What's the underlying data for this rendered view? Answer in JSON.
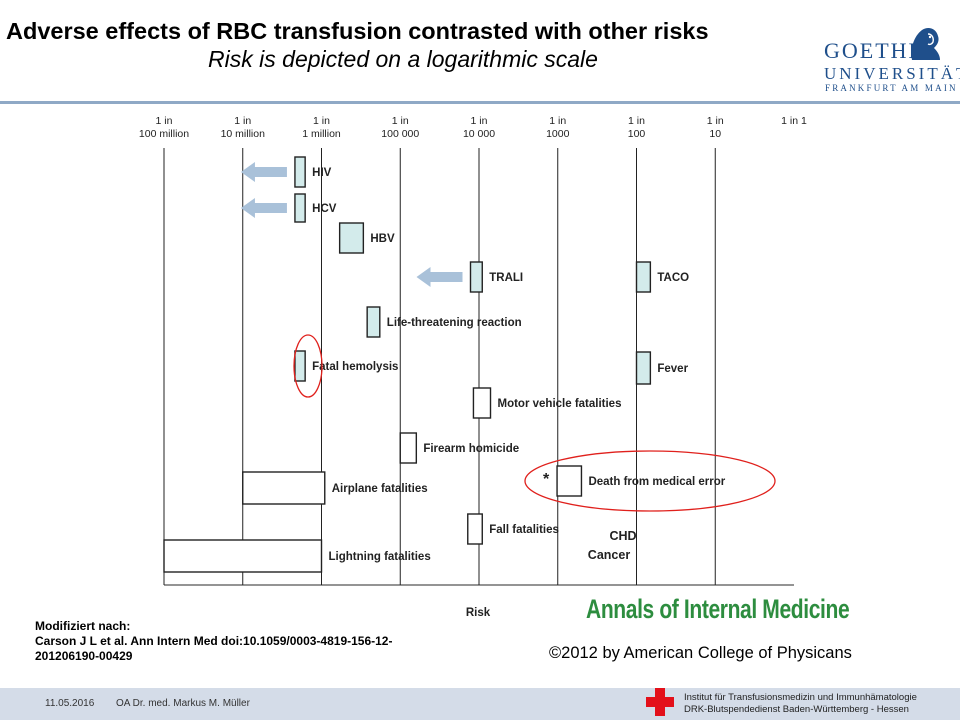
{
  "header": {
    "title": "Adverse effects of RBC transfusion contrasted with other risks",
    "subtitle": "Risk is depicted on a logarithmic scale"
  },
  "logo": {
    "line1": "GOETHE",
    "line2": "UNIVERSITÄT",
    "line3": "FRANKFURT AM MAIN"
  },
  "chart_data": {
    "type": "range",
    "xlabel": "Risk",
    "x_scale": "log",
    "xlim": [
      1e-08,
      1
    ],
    "ticks": [
      {
        "value": 1e-08,
        "label": [
          "1 in",
          "100 million"
        ]
      },
      {
        "value": 1e-07,
        "label": [
          "1 in",
          "10 million"
        ]
      },
      {
        "value": 1e-06,
        "label": [
          "1 in",
          "1 million"
        ]
      },
      {
        "value": 1e-05,
        "label": [
          "1 in",
          "100 000"
        ]
      },
      {
        "value": 0.0001,
        "label": [
          "1 in",
          "10 000"
        ]
      },
      {
        "value": 0.001,
        "label": [
          "1 in",
          "1000"
        ]
      },
      {
        "value": 0.01,
        "label": [
          "1 in",
          "100"
        ]
      },
      {
        "value": 0.1,
        "label": [
          "1 in",
          "10"
        ]
      },
      {
        "value": 1,
        "label": [
          "1 in 1"
        ]
      }
    ],
    "grid": true,
    "items": [
      {
        "label": "HIV",
        "low": 4.6e-07,
        "high": 6.2e-07,
        "shaded": true,
        "arrow": true
      },
      {
        "label": "HCV",
        "low": 4.6e-07,
        "high": 6.2e-07,
        "shaded": true,
        "arrow": true
      },
      {
        "label": "HBV",
        "low": 1.7e-06,
        "high": 3.4e-06,
        "shaded": true,
        "arrow": false
      },
      {
        "label": "TRALI",
        "low": 7.8e-05,
        "high": 0.00011,
        "shaded": true,
        "arrow": true
      },
      {
        "label": "TACO",
        "low": 0.01,
        "high": 0.015,
        "shaded": true,
        "arrow": false
      },
      {
        "label": "Life-threatening reaction",
        "low": 3.8e-06,
        "high": 5.5e-06,
        "shaded": true,
        "arrow": false
      },
      {
        "label": "Fatal hemolysis",
        "low": 4.6e-07,
        "high": 6.2e-07,
        "shaded": true,
        "arrow": false
      },
      {
        "label": "Fever",
        "low": 0.01,
        "high": 0.015,
        "shaded": true,
        "arrow": false
      },
      {
        "label": "Motor vehicle fatalities",
        "low": 8.5e-05,
        "high": 0.00014,
        "shaded": false,
        "arrow": false
      },
      {
        "label": "Firearm homicide",
        "low": 1e-05,
        "high": 1.6e-05,
        "shaded": false,
        "arrow": false
      },
      {
        "label": "Death from medical error",
        "low": 0.00098,
        "high": 0.002,
        "shaded": false,
        "arrow": false
      },
      {
        "label": "Airplane fatalities",
        "low": 1e-07,
        "high": 1.1e-06,
        "shaded": false,
        "arrow": false
      },
      {
        "label": "Fall fatalities",
        "low": 7.2e-05,
        "high": 0.00011,
        "shaded": false,
        "arrow": false
      },
      {
        "label": "Lightning fatalities",
        "low": 1e-08,
        "high": 1e-06,
        "shaded": false,
        "arrow": false
      }
    ],
    "annotations": {
      "asterisk": "*",
      "chd": "CHD",
      "cancer": "Cancer"
    },
    "highlighted": [
      "Fatal hemolysis",
      "Death from medical error"
    ],
    "colors": {
      "fill": "#d3ebeb",
      "arrow": "#a9c1d9",
      "highlight": "#e0201c"
    }
  },
  "journal": "Annals of Internal Medicine",
  "copyright": "©2012 by American College of Physicans",
  "source": {
    "label": "Modifiziert nach:",
    "text": "Carson J L et al. Ann Intern Med doi:10.1059/0003-4819-156-12-201206190-00429"
  },
  "footer": {
    "date": "11.05.2016",
    "author": "OA Dr. med. Markus M. Müller",
    "institute_line1": "Institut für Transfusionsmedizin und Immunhämatologie",
    "institute_line2": "DRK-Blutspendedienst Baden-Württemberg - Hessen",
    "cross_color": "#e3101a"
  }
}
